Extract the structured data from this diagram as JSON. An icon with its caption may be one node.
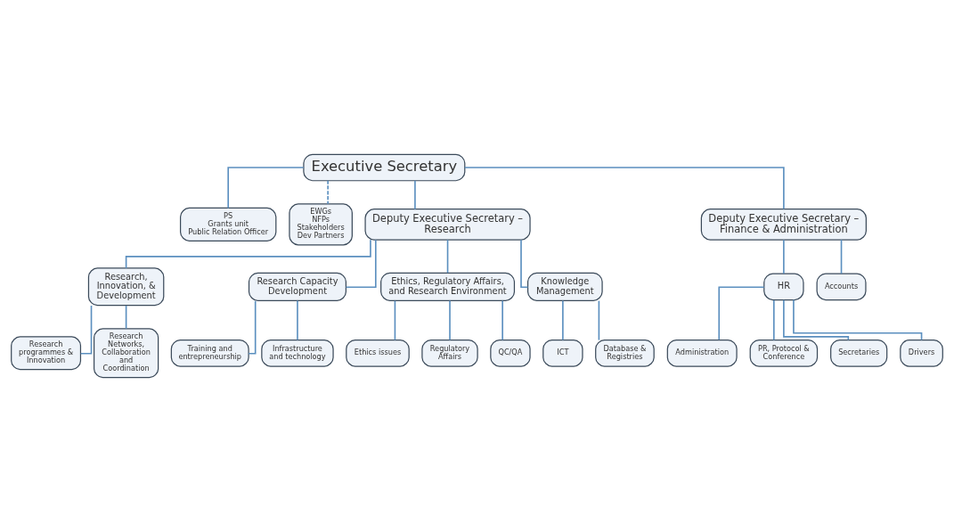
{
  "diagram": {
    "nodes": [
      {
        "text": [
          "Executive Secretary"
        ]
      },
      {
        "text": [
          "PS",
          "Grants unit",
          "Public Relation Officer"
        ]
      },
      {
        "text": [
          "EWGs",
          "NFPs",
          "Stakeholders",
          "Dev Partners"
        ]
      },
      {
        "text": [
          "Deputy Executive Secretary – Research"
        ]
      },
      {
        "text": [
          "Deputy Executive Secretary – Finance & Administration"
        ]
      },
      {
        "text": [
          "Research, Innovation, & Development"
        ]
      },
      {
        "text": [
          "Research Capacity Development"
        ]
      },
      {
        "text": [
          "Ethics, Regulatory Affairs, and Research Environment"
        ]
      },
      {
        "text": [
          "Knowledge Management"
        ]
      },
      {
        "text": [
          "Research programmes & Innovation"
        ]
      },
      {
        "text": [
          "Research Networks, Collaboration and Coordination"
        ]
      },
      {
        "text": [
          "Ethics issues"
        ]
      },
      {
        "text": [
          "Regulatory Affairs"
        ]
      },
      {
        "text": [
          "QC/QA"
        ]
      },
      {
        "text": [
          "ICT"
        ]
      },
      {
        "text": [
          "Database & Registries"
        ]
      },
      {
        "text": [
          "Training and entrepreneurship"
        ]
      },
      {
        "text": [
          "Infrastructure and technology"
        ]
      },
      {
        "text": [
          "HR"
        ]
      },
      {
        "text": [
          "Accounts"
        ]
      },
      {
        "text": [
          "Administration"
        ]
      },
      {
        "text": [
          "PR, Protocol & Conference"
        ]
      },
      {
        "text": [
          "Secretaries"
        ]
      },
      {
        "text": [
          "Drivers"
        ]
      }
    ],
    "edges": [
      {
        "from": 0,
        "to": 1,
        "arrow": "none"
      },
      {
        "from": 0,
        "to": 2,
        "arrow": "none",
        "style": "dashed"
      },
      {
        "from": 0,
        "to": 3,
        "arrow": "none"
      },
      {
        "from": 0,
        "to": 4,
        "arrow": "none"
      },
      {
        "from": 3,
        "to": 5,
        "arrow": "none"
      },
      {
        "from": 3,
        "to": 6,
        "arrow": "none"
      },
      {
        "from": 3,
        "to": 7,
        "arrow": "none"
      },
      {
        "from": 3,
        "to": 8,
        "arrow": "none"
      },
      {
        "from": 5,
        "to": 9,
        "arrow": "none"
      },
      {
        "from": 5,
        "to": 10,
        "arrow": "none"
      },
      {
        "from": 7,
        "to": 11,
        "arrow": "none"
      },
      {
        "from": 7,
        "to": 12,
        "arrow": "none"
      },
      {
        "from": 7,
        "to": 13,
        "arrow": "none"
      },
      {
        "from": 8,
        "to": 14,
        "arrow": "none"
      },
      {
        "from": 8,
        "to": 15,
        "arrow": "none"
      },
      {
        "from": 6,
        "to": 16,
        "arrow": "none"
      },
      {
        "from": 6,
        "to": 17,
        "arrow": "none"
      },
      {
        "from": 4,
        "to": 18,
        "arrow": "none"
      },
      {
        "from": 4,
        "to": 19,
        "arrow": "none"
      },
      {
        "from": 18,
        "to": 20,
        "arrow": "none"
      },
      {
        "from": 18,
        "to": 21,
        "arrow": "none"
      },
      {
        "from": 18,
        "to": 22,
        "arrow": "none"
      },
      {
        "from": 18,
        "to": 23,
        "arrow": "none"
      }
    ]
  }
}
